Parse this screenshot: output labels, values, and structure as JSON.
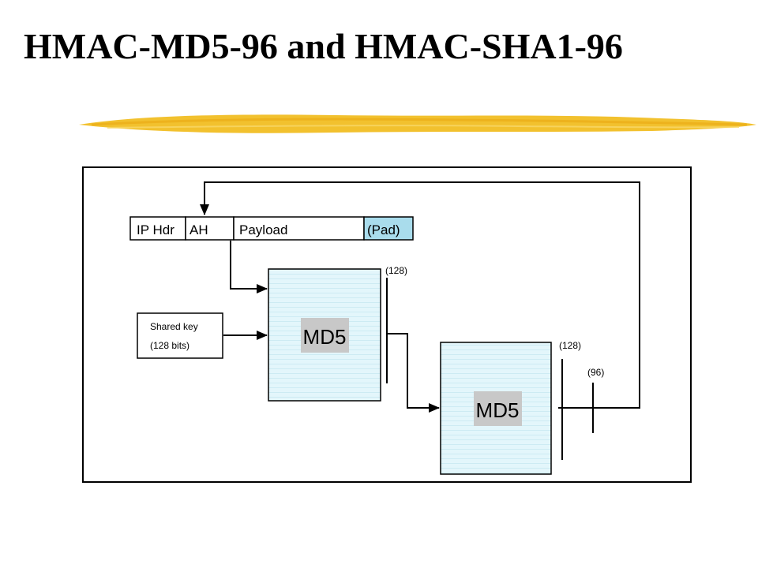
{
  "slide": {
    "title": "HMAC-MD5-96 and HMAC-SHA1-96"
  },
  "colors": {
    "accent_stroke": "#f2c12e",
    "hash_box_fill": "#e3f6fb",
    "pad_fill": "#a9dcec",
    "md5_label_fill": "#c8c8c8"
  },
  "packet": {
    "fields": [
      {
        "label": "IP Hdr"
      },
      {
        "label": "AH"
      },
      {
        "label": "Payload"
      },
      {
        "label": "(Pad)"
      }
    ]
  },
  "key": {
    "line1": "Shared key",
    "line2": "(128 bits)"
  },
  "hash1": {
    "label": "MD5",
    "output_bits": "(128)"
  },
  "hash2": {
    "label": "MD5",
    "output_bits": "(128)",
    "truncated_bits": "(96)"
  }
}
